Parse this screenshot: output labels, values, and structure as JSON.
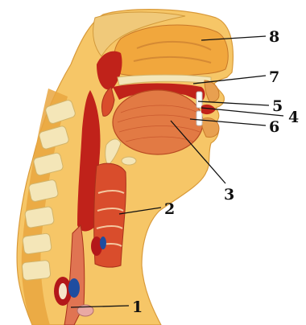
{
  "callouts": [
    {
      "id": "1",
      "label": "1"
    },
    {
      "id": "2",
      "label": "2"
    },
    {
      "id": "3",
      "label": "3"
    },
    {
      "id": "4",
      "label": "4"
    },
    {
      "id": "5",
      "label": "5"
    },
    {
      "id": "6",
      "label": "6"
    },
    {
      "id": "7",
      "label": "7"
    },
    {
      "id": "8",
      "label": "8"
    }
  ],
  "colors": {
    "skin": "#f6c667",
    "skin_dark": "#e9a640",
    "cavity": "#c0221a",
    "muscle": "#d94d2c",
    "tongue": "#e27a44",
    "bone": "#f4e6b8",
    "bone_outline": "#d2b46a",
    "nasal": "#f1a73d",
    "vessel_red": "#b3171a",
    "vessel_blue": "#1f4da0"
  }
}
